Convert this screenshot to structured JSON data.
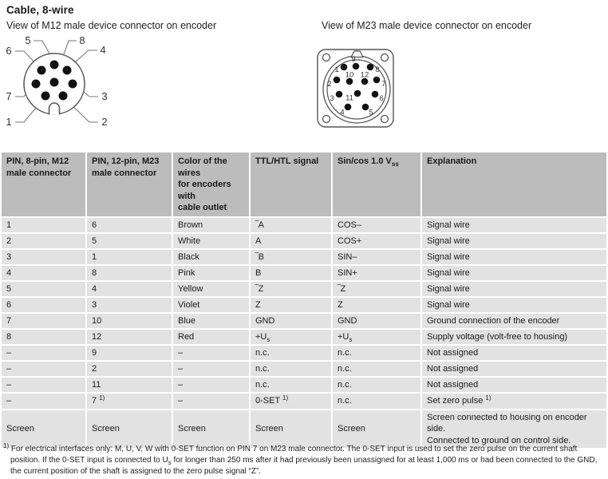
{
  "title": "Cable, 8-wire",
  "figures": {
    "m12": {
      "caption": "View of M12 male device connector on encoder",
      "pin_labels": [
        "5",
        "8",
        "6",
        "4",
        "7",
        "3",
        "1",
        "2"
      ]
    },
    "m23": {
      "caption": "View of M23 male device connector on encoder",
      "pin_labels": [
        "9",
        "1",
        "8",
        "10",
        "12",
        "2",
        "7",
        "3",
        "11",
        "6",
        "4",
        "5"
      ]
    }
  },
  "table": {
    "columns": [
      "PIN, 8-pin, M12\nmale connector",
      "PIN, 12-pin, M23\nmale connector",
      "Color of the wires\nfor encoders with\ncable outlet",
      "TTL/HTL signal",
      "Sin/cos 1.0 V_{ss}",
      "Explanation"
    ],
    "rows": [
      [
        "1",
        "6",
        "Brown",
        "‾A",
        "COS–",
        "Signal wire"
      ],
      [
        "2",
        "5",
        "White",
        "A",
        "COS+",
        "Signal wire"
      ],
      [
        "3",
        "1",
        "Black",
        "‾B",
        "SIN–",
        "Signal wire"
      ],
      [
        "4",
        "8",
        "Pink",
        "B",
        "SIN+",
        "Signal wire"
      ],
      [
        "5",
        "4",
        "Yellow",
        "‾Z",
        "‾Z",
        "Signal wire"
      ],
      [
        "6",
        "3",
        "Violet",
        "Z",
        "Z",
        "Signal wire"
      ],
      [
        "7",
        "10",
        "Blue",
        "GND",
        "GND",
        "Ground connection of the encoder"
      ],
      [
        "8",
        "12",
        "Red",
        "+U_{s}",
        "+U_{s}",
        "Supply voltage (volt-free to housing)"
      ],
      [
        "–",
        "9",
        "–",
        "n.c.",
        "n.c.",
        "Not assigned"
      ],
      [
        "–",
        "2",
        "–",
        "n.c.",
        "n.c.",
        "Not assigned"
      ],
      [
        "–",
        "11",
        "–",
        "n.c.",
        "n.c.",
        "Not assigned"
      ],
      [
        "–",
        "7 ^{1)}",
        "–",
        "0-SET ^{1)}",
        "n.c.",
        "Set zero pulse ^{1)}"
      ],
      [
        "Screen",
        "Screen",
        "Screen",
        "Screen",
        "Screen",
        [
          "Screen connected to housing on encoder side.",
          "Connected to ground on control side."
        ]
      ]
    ]
  },
  "footnote": "^{1)} For electrical interfaces only: M, U, V, W with 0-SET function on PIN 7 on M23 male connector. The 0-SET input is used to set the zero pulse on the current shaft position. If the 0-SET input is connected to U_{s} for longer than 250 ms after it had previously been unassigned for at least 1,000 ms or had been connected to the GND, the current position of the shaft is assigned to the zero pulse signal “Z”.",
  "colors": {
    "header_bg": "#bcbcbc",
    "row_bg": "#e2e2e2",
    "stroke": "#555555",
    "pin_fill": "#111111"
  }
}
